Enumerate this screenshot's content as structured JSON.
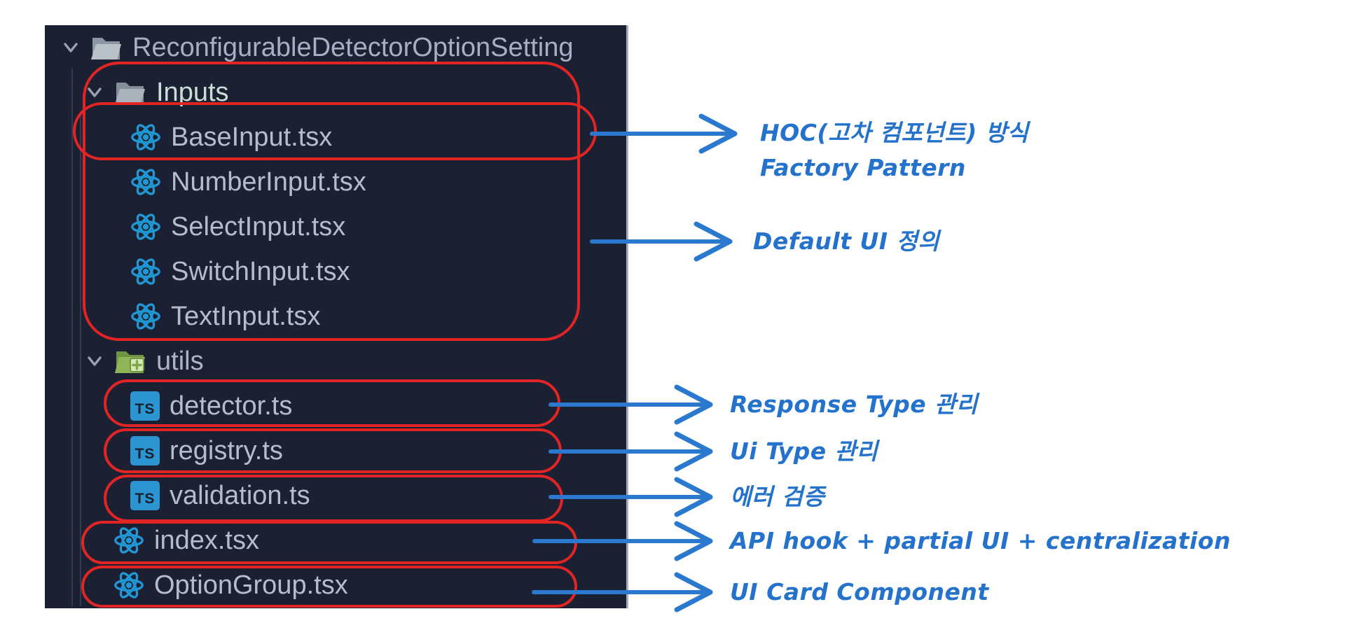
{
  "explorer": {
    "rows": [
      {
        "label": "ReconfigurableDetectorOptionSetting",
        "icon": "folder-open",
        "chevron": true
      },
      {
        "label": "Inputs",
        "icon": "folder-open",
        "chevron": true
      },
      {
        "label": "BaseInput.tsx",
        "icon": "react"
      },
      {
        "label": "NumberInput.tsx",
        "icon": "react"
      },
      {
        "label": "SelectInput.tsx",
        "icon": "react"
      },
      {
        "label": "SwitchInput.tsx",
        "icon": "react"
      },
      {
        "label": "TextInput.tsx",
        "icon": "react"
      },
      {
        "label": "utils",
        "icon": "folder-utils",
        "chevron": true
      },
      {
        "label": "detector.ts",
        "icon": "typescript"
      },
      {
        "label": "registry.ts",
        "icon": "typescript"
      },
      {
        "label": "validation.ts",
        "icon": "typescript"
      },
      {
        "label": "index.tsx",
        "icon": "react"
      },
      {
        "label": "OptionGroup.tsx",
        "icon": "react"
      }
    ],
    "ts_badge": "TS"
  },
  "annotations": [
    {
      "line1": "HOC(고차 컴포넌트) 방식",
      "line2": "Factory Pattern",
      "target": "BaseInput.tsx"
    },
    {
      "line1": "Default UI 정의",
      "target": "Inputs group"
    },
    {
      "line1": "Response Type 관리",
      "target": "detector.ts"
    },
    {
      "line1": "Ui Type 관리",
      "target": "registry.ts"
    },
    {
      "line1": "에러 검증",
      "target": "validation.ts"
    },
    {
      "line1": "API hook + partial UI + centralization",
      "target": "index.tsx"
    },
    {
      "line1": "UI Card Component",
      "target": "OptionGroup.tsx"
    }
  ],
  "colors": {
    "panel_background": "#1b2132",
    "annotation_red": "#e12424",
    "annotation_blue": "#2b79cf",
    "react_icon": "#2196d3",
    "typescript_icon": "#2b94d1",
    "folder_gray": "#9aa3ad",
    "folder_green": "#7fa653"
  }
}
